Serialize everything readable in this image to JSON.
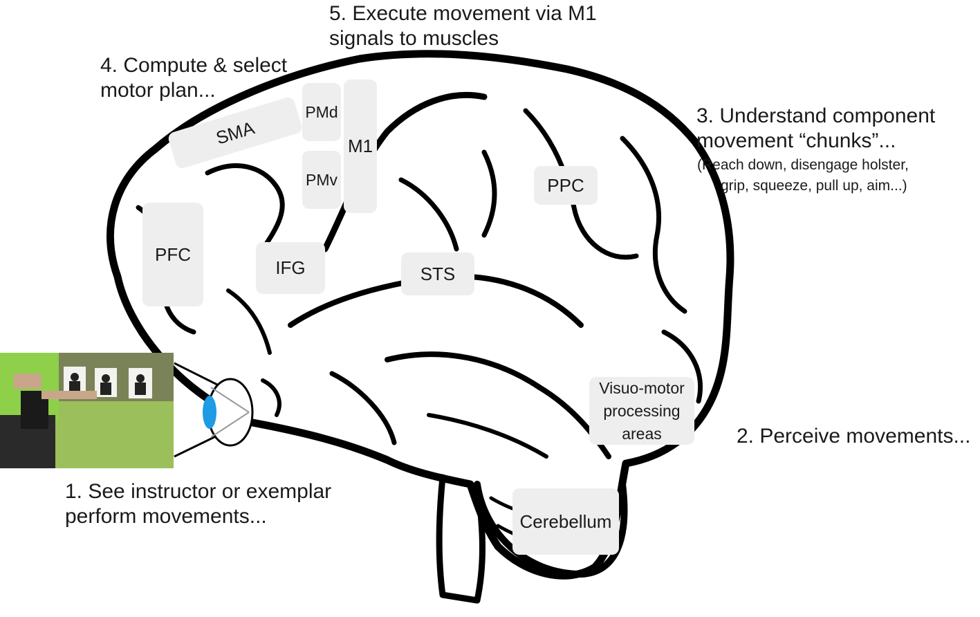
{
  "steps": {
    "step1": {
      "line1": "1. See instructor or exemplar",
      "line2": "perform movements..."
    },
    "step2": {
      "line1": "2. Perceive movements..."
    },
    "step3": {
      "line1": "3. Understand component",
      "line2": "movement “chunks”...",
      "detail1": "(Reach down, disengage holster,",
      "detail2": "grip, squeeze, pull up, aim...)"
    },
    "step4": {
      "line1": "4. Compute & select",
      "line2": "motor plan..."
    },
    "step5": {
      "line1": "5. Execute movement via M1",
      "line2": "signals to muscles"
    }
  },
  "regions": {
    "sma": "SMA",
    "pmd": "PMd",
    "pmv": "PMv",
    "m1": "M1",
    "pfc": "PFC",
    "ifg": "IFG",
    "sts": "STS",
    "ppc": "PPC",
    "visuomotor": {
      "line1": "Visuo-motor",
      "line2": "processing",
      "line3": "areas"
    },
    "cerebellum": "Cerebellum"
  },
  "colors": {
    "brain_outline": "#000000",
    "region_box": "#eeeeee",
    "eye_pupil": "#1e9be3",
    "photo_grass": "#9bbf5a",
    "instructor_shirt": "#8ed04a"
  }
}
